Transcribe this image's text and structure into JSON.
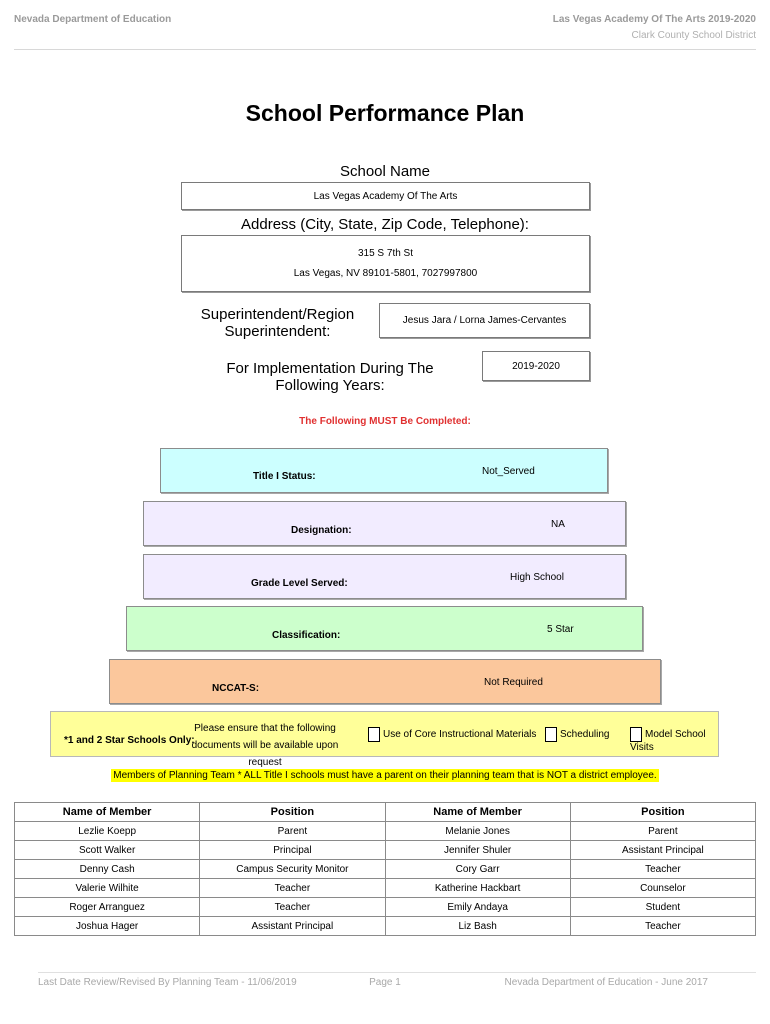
{
  "header": {
    "left": "Nevada Department of Education",
    "right_line1": "Las Vegas Academy Of The Arts  2019-2020",
    "right_line2": "Clark County School District"
  },
  "title": "School Performance Plan",
  "school": {
    "name_label": "School Name",
    "name_value": "Las Vegas Academy Of The Arts",
    "address_label": "Address (City, State, Zip Code, Telephone):",
    "address_line1": "315 S 7th St",
    "address_line2": "Las Vegas, NV  89101-5801, 7027997800",
    "superintendent_label_line1": "Superintendent/Region",
    "superintendent_label_line2": "Superintendent:",
    "superintendent_value": "Jesus Jara / Lorna James-Cervantes",
    "years_label": "For Implementation During The Following Years:",
    "years_value": "2019-2020"
  },
  "must_complete": "The Following MUST Be Completed:",
  "status_bands": [
    {
      "label": "Title I Status:",
      "value": "Not_Served",
      "color": "#ccffff"
    },
    {
      "label": "Designation:",
      "value": "NA",
      "color": "#f2ecff"
    },
    {
      "label": "Grade Level Served:",
      "value": "High School",
      "color": "#f2ecff"
    },
    {
      "label": "Classification:",
      "value": "5 Star",
      "color": "#ccffcc"
    },
    {
      "label": "NCCAT-S:",
      "value": "Not Required",
      "color": "#fbc79c"
    }
  ],
  "star_schools": {
    "label": "*1 and 2 Star Schools Only:",
    "instruction_line1": "Please ensure that the following",
    "instruction_line2": "documents will be available upon request",
    "options": [
      "Use of Core Instructional Materials",
      "Scheduling",
      "Model School Visits"
    ]
  },
  "planning_note": "Members of Planning Team * ALL Title I schools must have a parent on their planning team that is NOT a district employee.",
  "team_table": {
    "headers": [
      "Name of Member",
      "Position",
      "Name of Member",
      "Position"
    ],
    "rows": [
      [
        "Lezlie Koepp",
        "Parent",
        "Melanie Jones",
        "Parent"
      ],
      [
        "Scott Walker",
        "Principal",
        "Jennifer Shuler",
        "Assistant Principal"
      ],
      [
        "Denny Cash",
        "Campus Security Monitor",
        "Cory Garr",
        "Teacher"
      ],
      [
        "Valerie Wilhite",
        "Teacher",
        "Katherine Hackbart",
        "Counselor"
      ],
      [
        "Roger Arranguez",
        "Teacher",
        "Emily Andaya",
        "Student"
      ],
      [
        "Joshua Hager",
        "Assistant Principal",
        "Liz Bash",
        "Teacher"
      ]
    ]
  },
  "footer": {
    "left": "Last Date Review/Revised By Planning Team - 11/06/2019",
    "center": "Page 1",
    "right": "Nevada Department of Education - June 2017"
  }
}
